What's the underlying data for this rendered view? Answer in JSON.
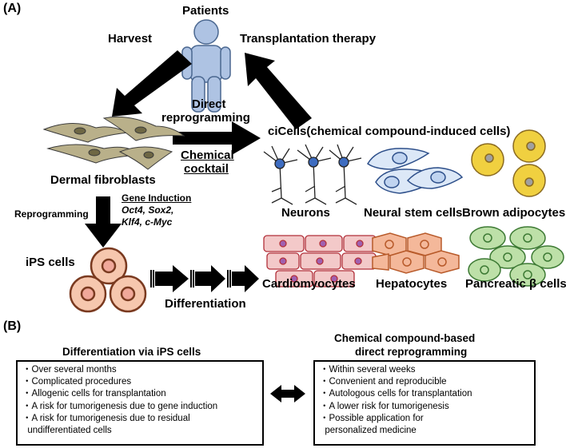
{
  "panel_a": "(A)",
  "panel_b": "(B)",
  "patients": "Patients",
  "harvest": "Harvest",
  "transplantation": "Transplantation therapy",
  "direct_line1": "Direct",
  "direct_line2": "reprogramming",
  "ccells": "ciCells(chemical compound-induced cells)",
  "cocktail_line1": "Chemical",
  "cocktail_line2": "cocktail",
  "dermal": "Dermal fibroblasts",
  "gene_induction": "Gene Induction",
  "genes_line1": "Oct4, Sox2,",
  "genes_line2": "Klf4, c-Myc",
  "reprogramming": "Reprogramming",
  "ips": "iPS cells",
  "differentiation": "Differentiation",
  "neurons": "Neurons",
  "nsc": "Neural stem cells",
  "brown": "Brown adipocytes",
  "cardio": "Cardiomyocytes",
  "hepato": "Hepatocytes",
  "pancreatic": "Pancreatic β cells",
  "left_title": "Differentiation via iPS cells",
  "right_title_line1": "Chemical compound-based",
  "right_title_line2": "direct reprogramming",
  "left_items": [
    "・Over several months",
    "・Complicated procedures",
    "・Allogenic cells for transplantation",
    "・A risk for tumorigenesis due to gene induction",
    "・A risk for tumorigenesis due to residual",
    "  undifferentiated cells"
  ],
  "right_items": [
    "・Within several weeks",
    "・Convenient and reproducible",
    "・Autologous cells for transplantation",
    "・A lower risk for tumorigenesis",
    "・Possible application for",
    "  personalized medicine"
  ],
  "colors": {
    "body_fill": "#aec3e3",
    "fibroblast": "#b9b08a",
    "neuron_nucleus": "#3d6cc0",
    "nsc_fill": "#dce8f7",
    "adipocyte": "#f0d040",
    "cardio": "#f3c9c9",
    "hepato": "#f4b89a",
    "pancreatic": "#bde0a8",
    "ips": "#f6c7ae"
  }
}
